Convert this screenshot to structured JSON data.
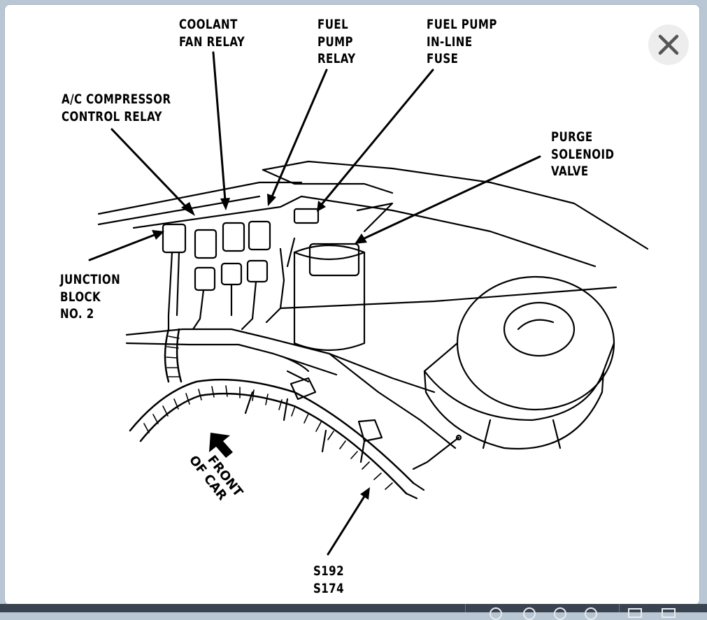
{
  "viewer": {
    "close_label": "×"
  },
  "labels": {
    "coolant_fan_relay": [
      "COOLANT",
      "FAN RELAY"
    ],
    "fuel_pump_relay": [
      "FUEL",
      "PUMP",
      "RELAY"
    ],
    "fuel_pump_fuse": [
      "FUEL PUMP",
      "IN-LINE",
      "FUSE"
    ],
    "ac_relay": [
      "A/C COMPRESSOR",
      "CONTROL RELAY"
    ],
    "purge_valve": [
      "PURGE",
      "SOLENOID",
      "VALVE"
    ],
    "junction_block": [
      "JUNCTION",
      "BLOCK",
      "NO. 2"
    ],
    "front_of_car": [
      "FRONT",
      "OF CAR"
    ],
    "splices": [
      "S192",
      "S174"
    ]
  },
  "colors": {
    "line": "#000000",
    "paper": "#ffffff",
    "close_bg": "#ededed",
    "toolbar": "#3a4350"
  }
}
